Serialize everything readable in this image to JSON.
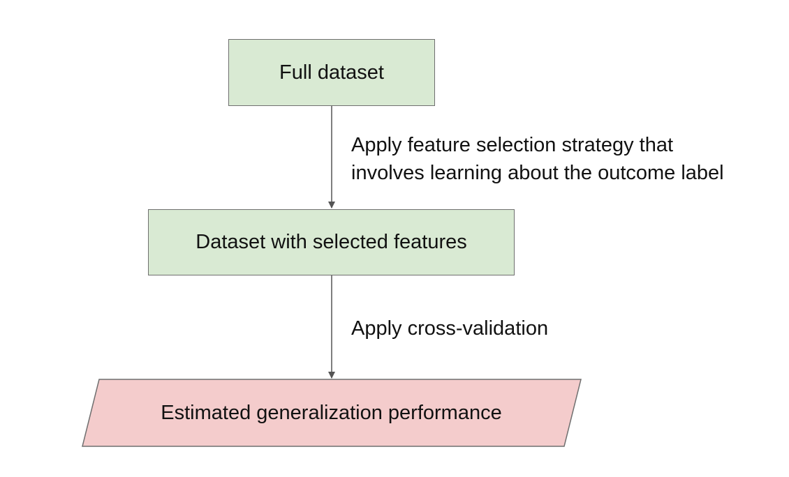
{
  "diagram": {
    "nodes": {
      "full_dataset": "Full dataset",
      "selected_features": "Dataset with selected features",
      "estimated_performance": "Estimated generalization performance"
    },
    "edges": {
      "feature_selection": {
        "line1": "Apply feature selection strategy that",
        "line2": "involves learning about the outcome label"
      },
      "cross_validation": "Apply cross-validation"
    },
    "colors": {
      "process_fill": "#d9ead3",
      "output_fill": "#f4cccc",
      "stroke": "#6f6f6f",
      "arrow": "#555555"
    }
  }
}
